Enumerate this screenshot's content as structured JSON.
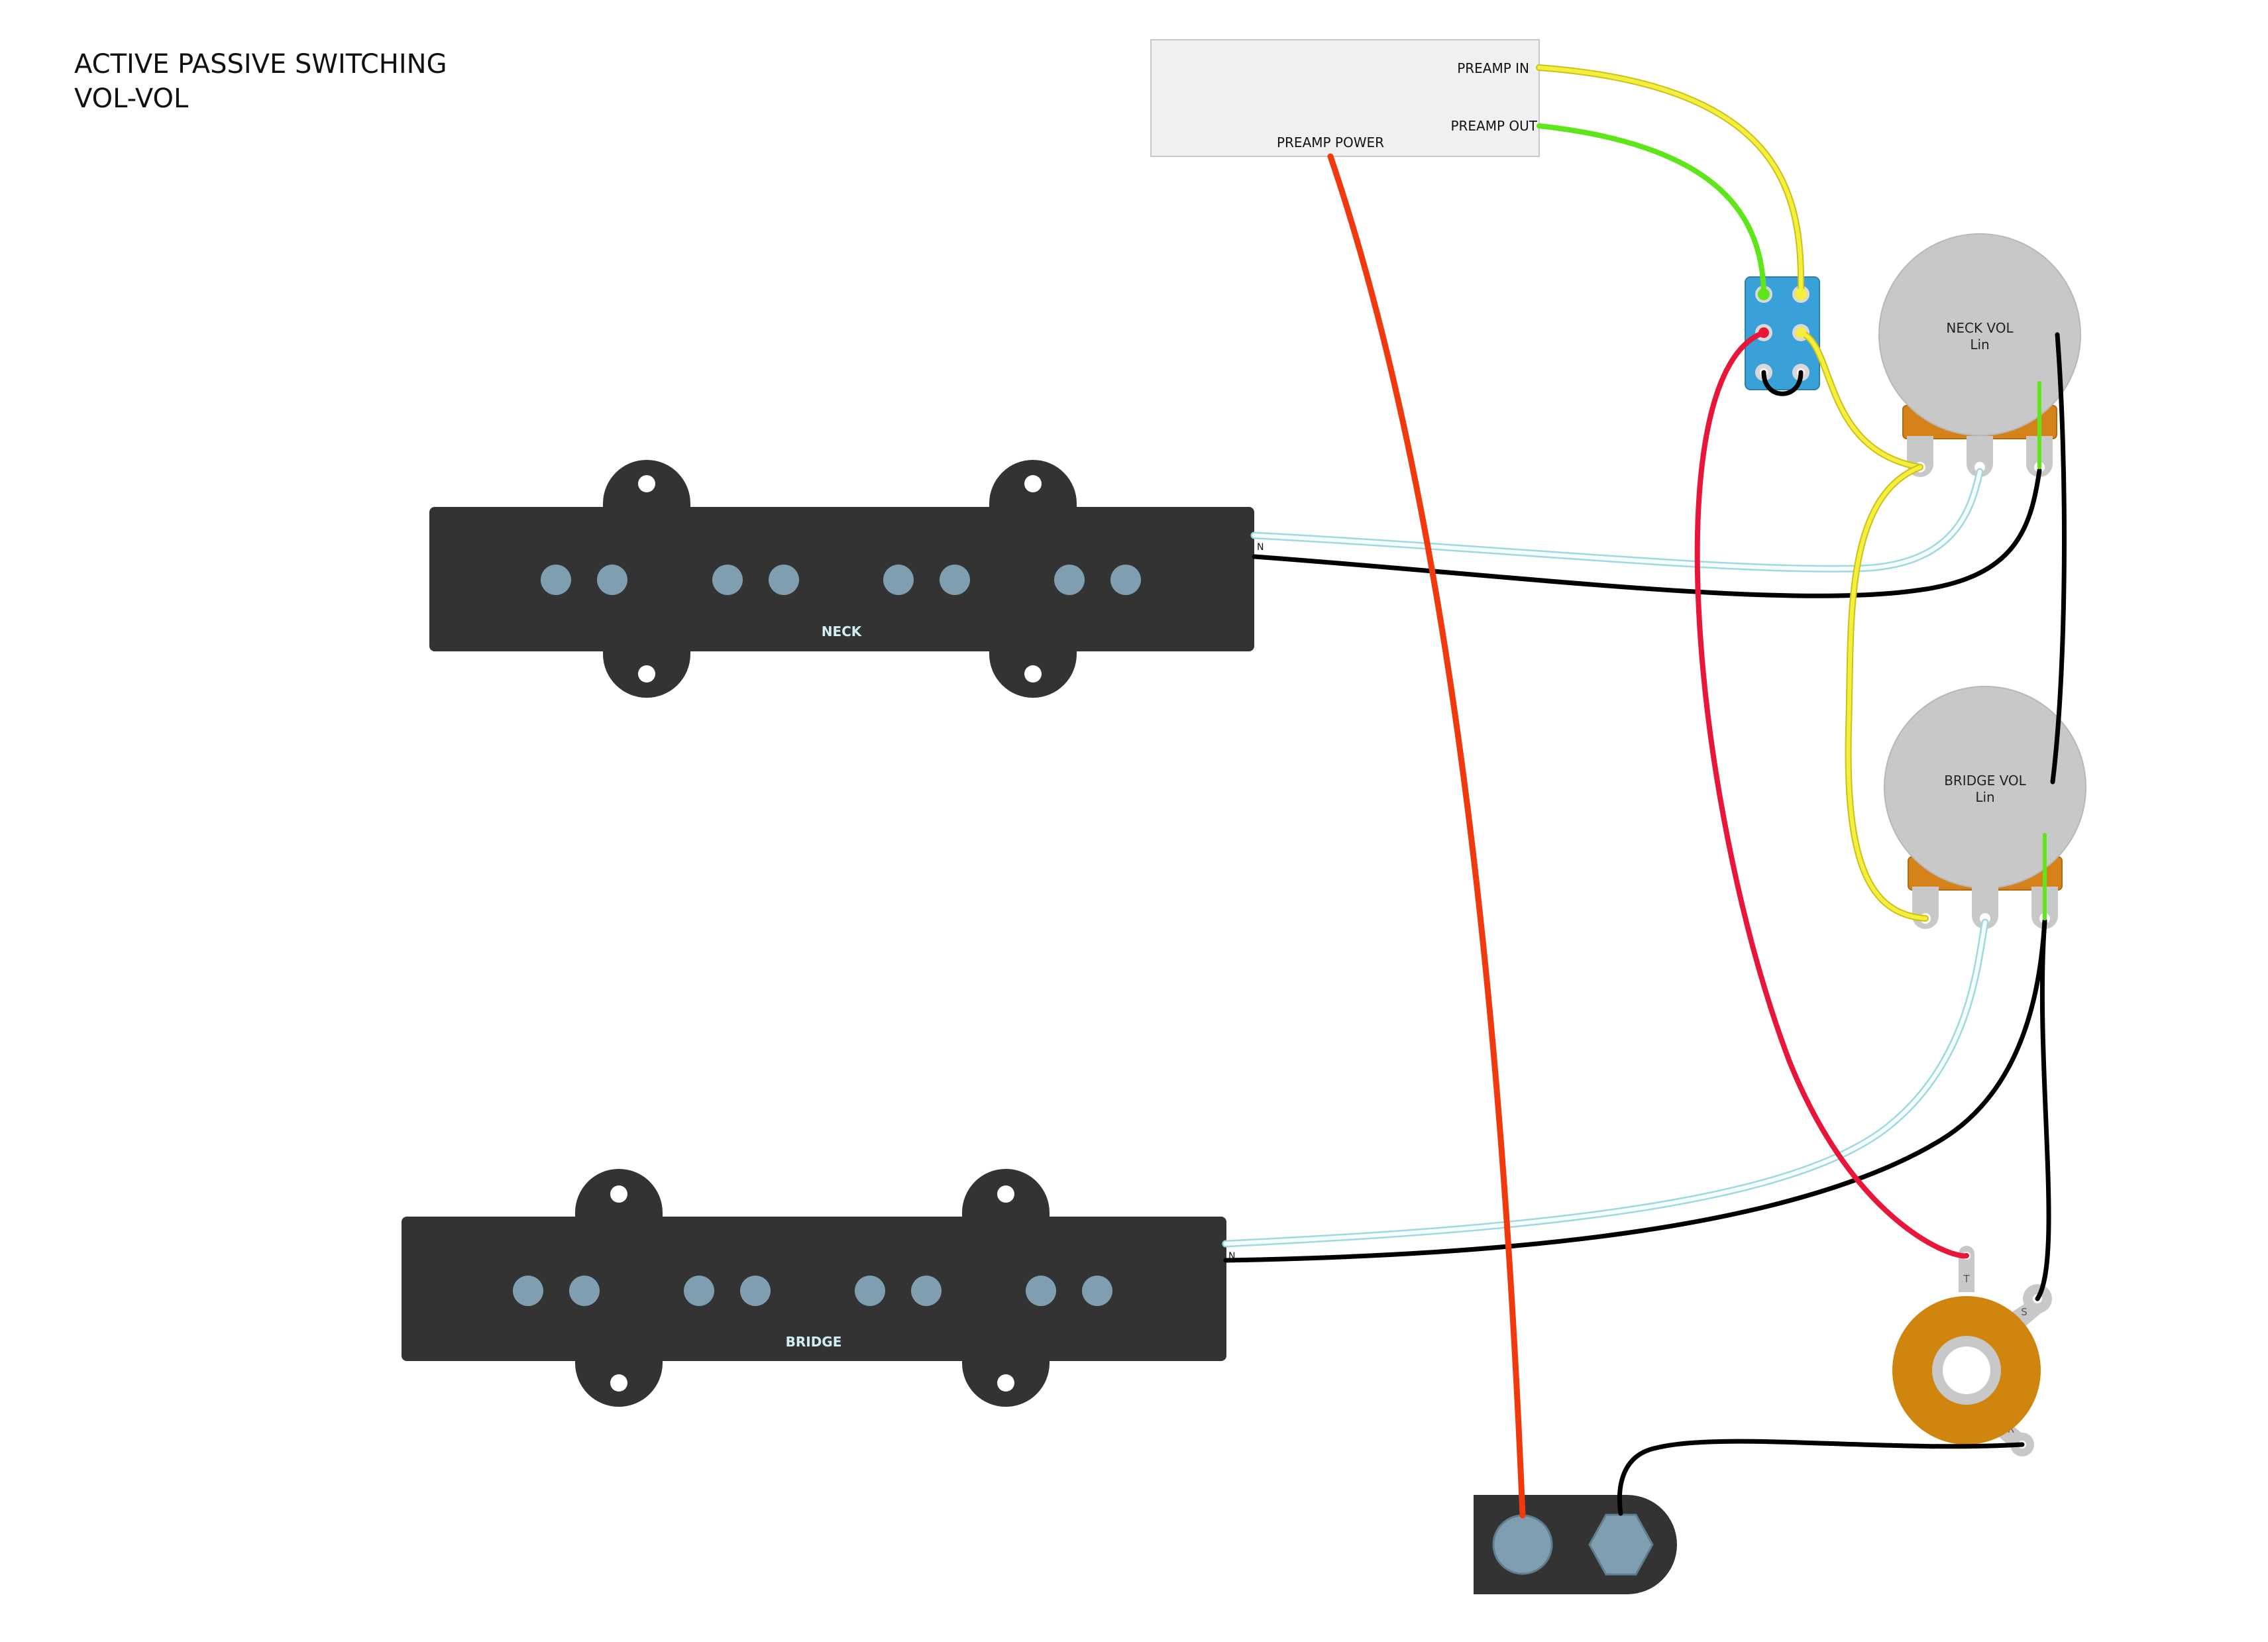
{
  "title": {
    "line1": "ACTIVE PASSIVE SWITCHING",
    "line2": "VOL-VOL"
  },
  "preamp": {
    "in_label": "PREAMP IN",
    "out_label": "PREAMP OUT",
    "power_label": "PREAMP POWER"
  },
  "pots": {
    "neck": {
      "name": "NECK VOL",
      "taper": "Lin"
    },
    "bridge": {
      "name": "BRIDGE VOL",
      "taper": "Lin"
    }
  },
  "pickups": {
    "neck": {
      "label": "NECK",
      "lead_label": "N"
    },
    "bridge": {
      "label": "BRIDGE",
      "lead_label": "N"
    }
  },
  "jack": {
    "tip_label": "T",
    "sleeve_label": "S",
    "ring_label": "R"
  },
  "colors": {
    "wire_yellow": "#f5ee3c",
    "wire_green": "#5ee61a",
    "wire_red": "#e8173a",
    "wire_orange_red": "#f03a0d",
    "wire_black": "#000000",
    "wire_white": "#e6fbff",
    "pickup_body": "#333333",
    "pole_piece": "#7f9fb0",
    "pot_body": "#c8c8c8",
    "pot_base": "#d5821a",
    "switch_body": "#3aa0d8",
    "jack_body": "#d0860e",
    "battery_box": "#333333",
    "preamp_box": "#f0f0f0"
  }
}
